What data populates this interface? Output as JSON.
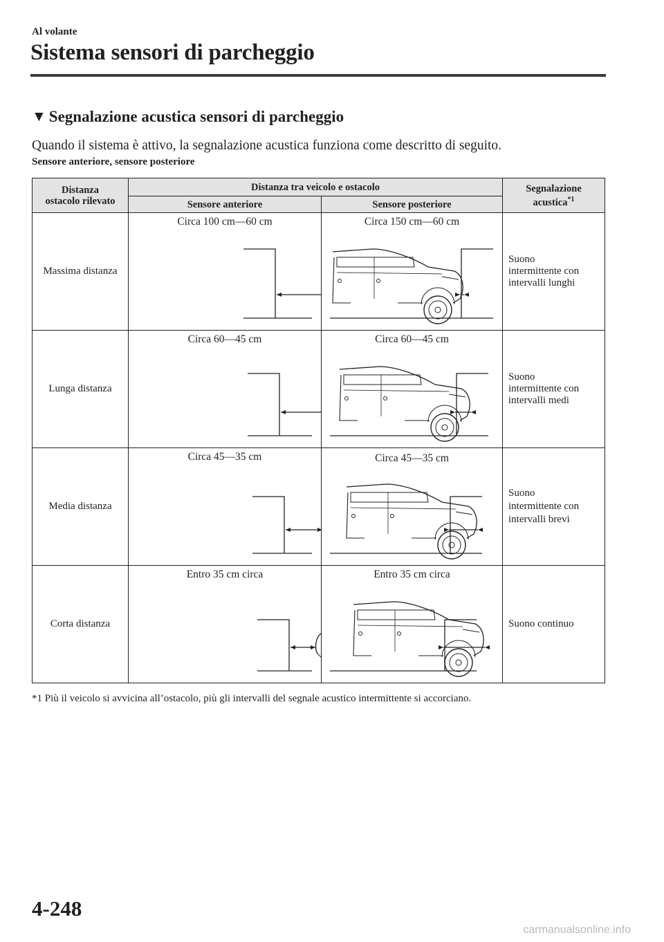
{
  "header": {
    "chapter": "Al volante",
    "title": "Sistema sensori di parcheggio"
  },
  "section": {
    "marker": "▼",
    "heading": "Segnalazione acustica sensori di parcheggio",
    "intro": "Quando il sistema è attivo, la segnalazione acustica funziona come descritto di seguito.",
    "subheading": "Sensore anteriore, sensore posteriore"
  },
  "table": {
    "headers": {
      "distance_line1": "Distanza",
      "distance_line2": "ostacolo rilevato",
      "vehicle_obstacle": "Distanza tra veicolo e ostacolo",
      "front": "Sensore anteriore",
      "rear": "Sensore posteriore",
      "beep_line1": "Segnalazione",
      "beep_line2": "acustica",
      "beep_ref": "*1"
    },
    "rows": [
      {
        "label": "Massima distanza",
        "front": "Circa 100 cm—60 cm",
        "rear": "Circa 150 cm—60 cm",
        "beep": [
          "Suono",
          "intermittente con",
          "intervalli lunghi"
        ]
      },
      {
        "label": "Lunga distanza",
        "front": "Circa 60—45 cm",
        "rear": "Circa 60—45 cm",
        "beep": [
          "Suono",
          "intermittente con",
          "intervalli medi"
        ]
      },
      {
        "label": "Media distanza",
        "front": "Circa 45—35 cm",
        "rear": "Circa 45—35 cm",
        "beep": [
          "Suono",
          "intermittente con",
          "intervalli brevi"
        ]
      },
      {
        "label": "Corta distanza",
        "front": "Entro 35 cm circa",
        "rear": "Entro 35 cm circa",
        "beep": [
          "Suono continuo",
          "",
          ""
        ]
      }
    ]
  },
  "footnote": "*1 Più il veicolo si avvicina all’ostacolo, più gli intervalli del segnale acustico intermittente si accorciano.",
  "page_number": "4-248",
  "watermark": "carmanualsonline.info"
}
